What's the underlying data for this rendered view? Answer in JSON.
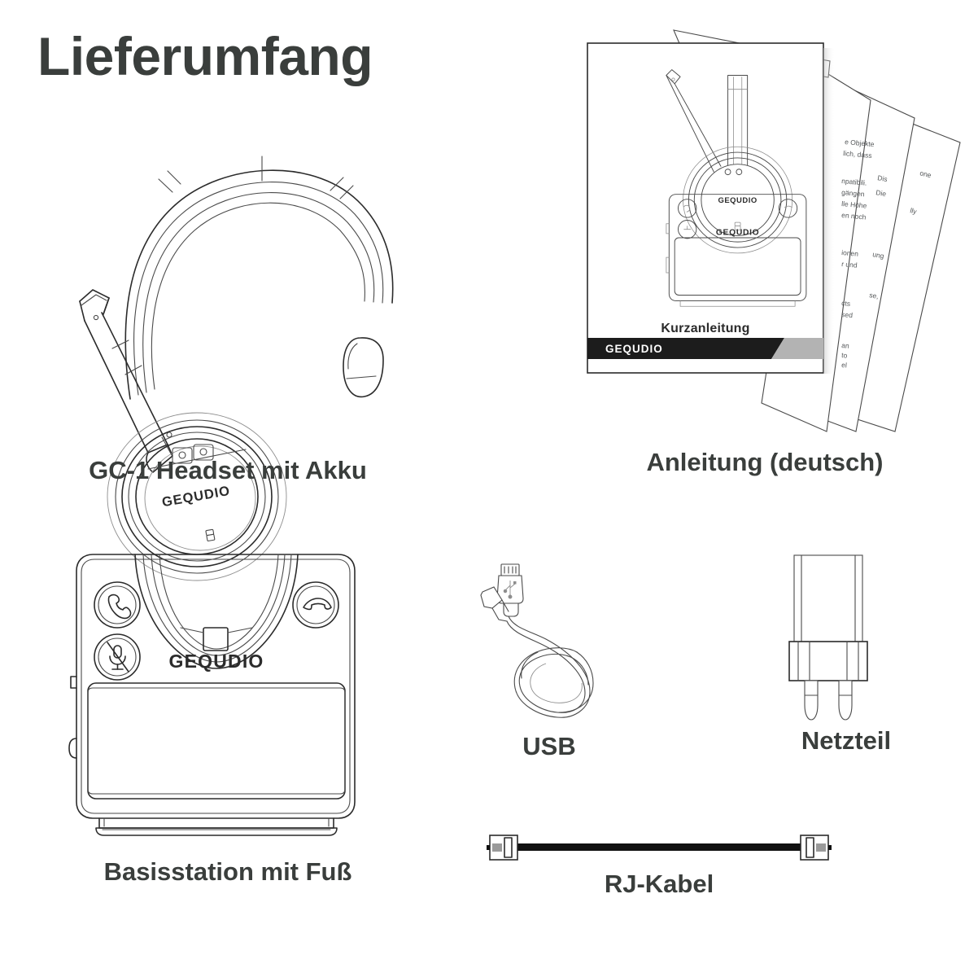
{
  "page": {
    "title": "Lieferumfang",
    "background_color": "#ffffff",
    "text_color": "#3a3e3c",
    "line_color": "#2b2b2b"
  },
  "brand": "GEQUDIO",
  "items": [
    {
      "id": "headset",
      "caption": "GC-1 Headset mit Akku",
      "icon": "headset-line-drawing",
      "brand_label": "GEQUDIO"
    },
    {
      "id": "manual",
      "caption": "Anleitung (deutsch)",
      "icon": "manual-stack-line-drawing",
      "cover_title": "Kurzanleitung",
      "cover_footer_brand": "GEQUDIO",
      "page_text_fragments": [
        "e Objekte",
        "lich, dass",
        "npatibili.",
        "gängen",
        "lle Höhe",
        "en noch",
        "ionen",
        "r und",
        "cts",
        "sed",
        "an",
        "to",
        "el",
        "Die",
        "Dis",
        "ung",
        "se,",
        "lly",
        "one"
      ]
    },
    {
      "id": "basestation",
      "caption": "Basisstation mit Fuß",
      "icon": "base-station-line-drawing",
      "brand_label": "GEQUDIO",
      "buttons": [
        {
          "name": "answer-call-button",
          "icon": "phone-handset-icon"
        },
        {
          "name": "end-call-button",
          "icon": "phone-hangup-icon"
        },
        {
          "name": "mute-button",
          "icon": "microphone-muted-icon"
        }
      ]
    },
    {
      "id": "usb",
      "caption": "USB",
      "icon": "usb-cable-line-drawing"
    },
    {
      "id": "netzteil",
      "caption": "Netzteil",
      "icon": "power-adapter-line-drawing"
    },
    {
      "id": "rjkabel",
      "caption": "RJ-Kabel",
      "icon": "rj-cable-line-drawing"
    }
  ]
}
